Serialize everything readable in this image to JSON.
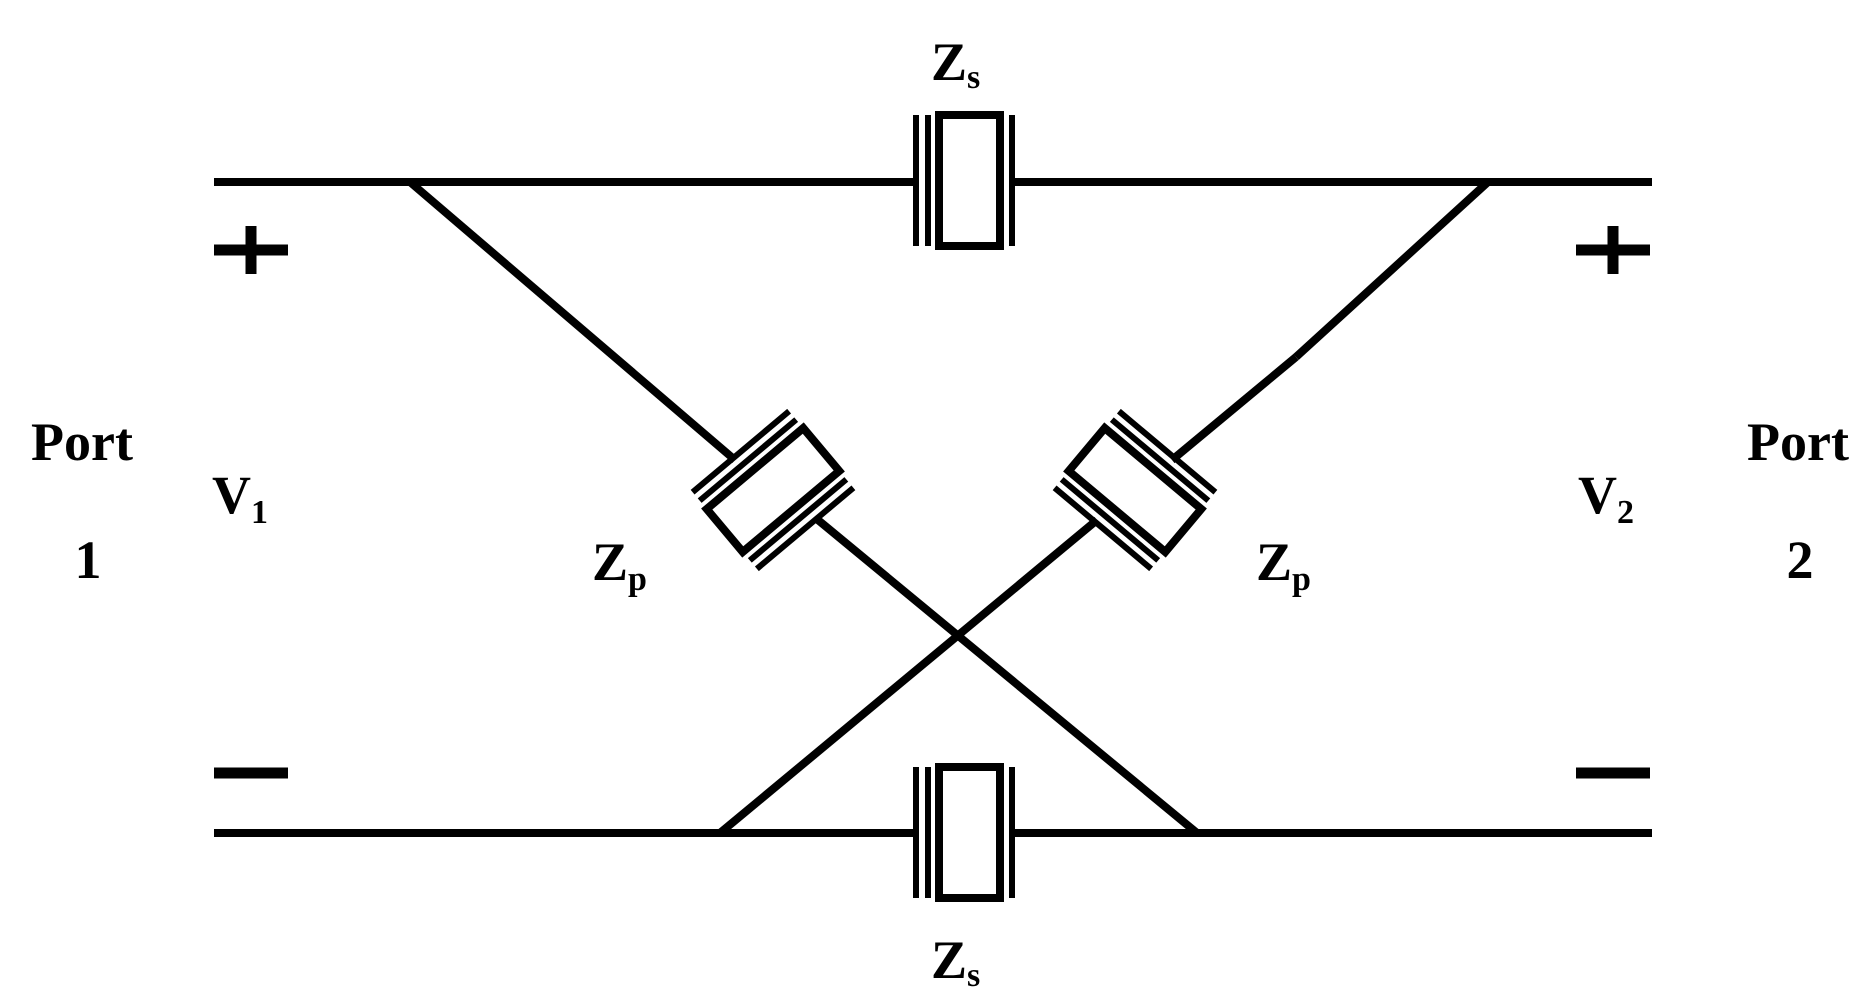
{
  "port1": {
    "line1": "Port",
    "line2": "1"
  },
  "port2": {
    "line1": "Port",
    "line2": "2"
  },
  "v1": {
    "base": "V",
    "sub": "1"
  },
  "v2": {
    "base": "V",
    "sub": "2"
  },
  "zs_top": {
    "base": "Z",
    "sub": "s"
  },
  "zs_bottom": {
    "base": "Z",
    "sub": "s"
  },
  "zp_left": {
    "base": "Z",
    "sub": "p"
  },
  "zp_right": {
    "base": "Z",
    "sub": "p"
  },
  "signs": {
    "plus": "+",
    "minus": "−"
  }
}
